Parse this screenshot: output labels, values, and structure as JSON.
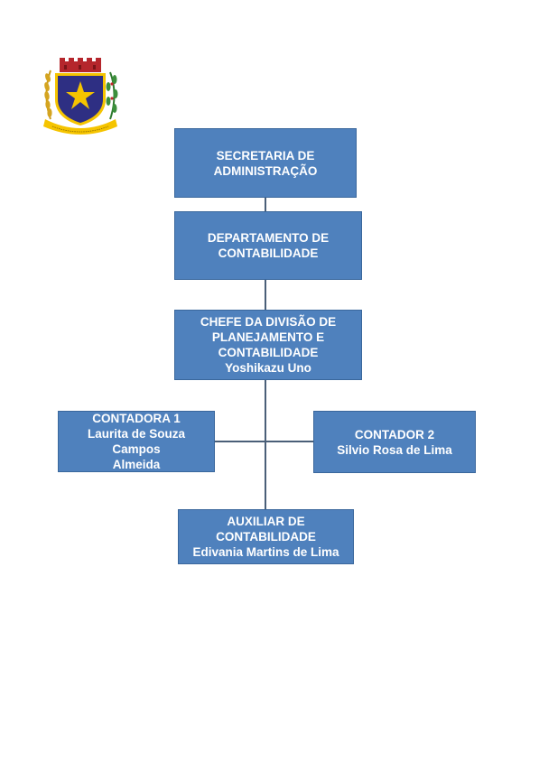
{
  "colors": {
    "box_fill": "#4f81bd",
    "connector": "#4a5f78",
    "background": "#ffffff"
  },
  "logo": {
    "icon": "municipal-coat-of-arms-icon",
    "star_color": "#f5c400",
    "shield_color": "#2e2f83"
  },
  "org_chart": {
    "secretaria": {
      "line1": "SECRETARIA DE",
      "line2": "ADMINISTRAÇÃO"
    },
    "departamento": {
      "line1": "DEPARTAMENTO DE",
      "line2": "CONTABILIDADE"
    },
    "chefe": {
      "line1": "CHEFE DA DIVISÃO DE",
      "line2": "PLANEJAMENTO E",
      "line3": "CONTABILIDADE",
      "name": "Yoshikazu Uno"
    },
    "contadora1": {
      "title": "CONTADORA 1",
      "name_line1": "Laurita de Souza Campos",
      "name_line2": "Almeida"
    },
    "contador2": {
      "title": "CONTADOR 2",
      "name": "Silvio Rosa de Lima"
    },
    "auxiliar": {
      "line1": "AUXILIAR DE",
      "line2": "CONTABILIDADE",
      "name": "Edivania Martins de Lima"
    }
  }
}
